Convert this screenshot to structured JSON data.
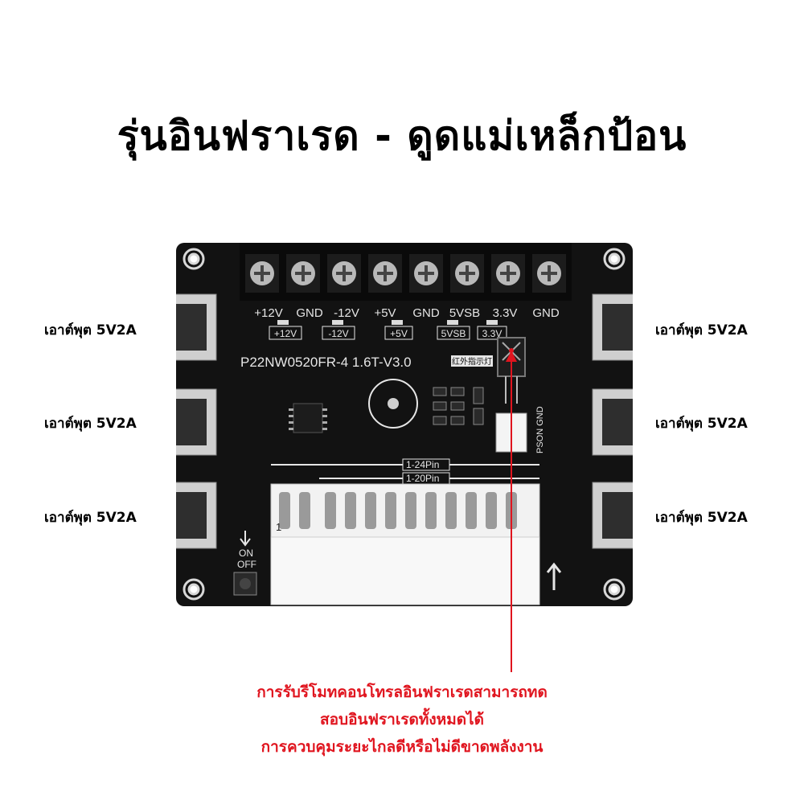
{
  "title": "รุ่นอินฟราเรด - ดูดแม่เหล็กป้อน",
  "outputs": {
    "left": [
      "เอาต์พุต 5V2A",
      "เอาต์พุต 5V2A",
      "เอาต์พุต 5V2A"
    ],
    "right": [
      "เอาต์พุต 5V2A",
      "เอาต์พุต 5V2A",
      "เอาต์พุต 5V2A"
    ]
  },
  "board": {
    "terminal_labels": [
      "+12V",
      "GND",
      "-12V",
      "+5V",
      "GND",
      "5VSB",
      "3.3V",
      "GND"
    ],
    "indicator_labels": [
      "+12V",
      "-12V",
      "+5V",
      "5VSB",
      "3.3V"
    ],
    "model": "P22NW0520FR-4  1.6T-V3.0",
    "ir_label": "红外指示灯",
    "pin_24": "1-24Pin",
    "pin_20": "1-20Pin",
    "pson_gnd": "PSON GND",
    "on": "ON",
    "off": "OFF",
    "pin_one": "1"
  },
  "caption": [
    "การรับรีโมทคอนโทรลอินฟราเรดสามารถทด",
    "สอบอินฟราเรดทั้งหมดได้",
    "การควบคุมระยะไกลดีหรือไม่ดีขาดพลังงาน"
  ],
  "colors": {
    "pcb": "#121212",
    "silk": "#e6e6e6",
    "accent": "#e0141e",
    "usb": "#cfcfcf"
  }
}
